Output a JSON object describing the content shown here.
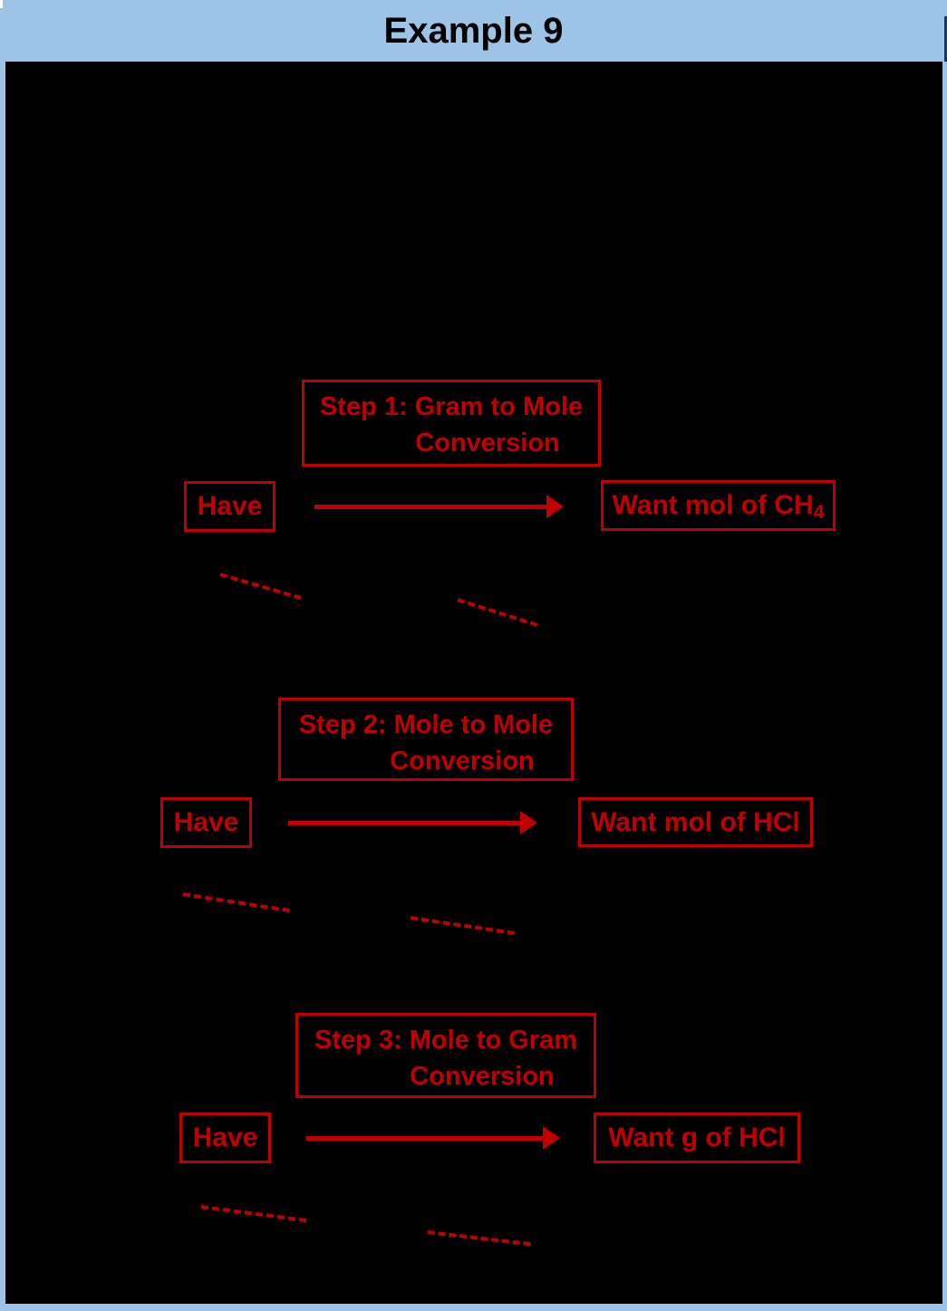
{
  "header": {
    "title": "Example 9"
  },
  "colors": {
    "header_bg": "#9DC3E6",
    "content_bg": "#000000",
    "accent_red": "#C00000",
    "header_text": "#000000"
  },
  "steps": [
    {
      "label_line1": "Step 1: Gram to Mole",
      "label_line2": "Conversion",
      "have_label": "Have",
      "want_text": "Want mol of CH",
      "want_sub": "4"
    },
    {
      "label_line1": "Step 2: Mole to Mole",
      "label_line2": "Conversion",
      "have_label": "Have",
      "want_text": "Want mol of HCl",
      "want_sub": ""
    },
    {
      "label_line1": "Step 3: Mole to Gram",
      "label_line2": "Conversion",
      "have_label": "Have",
      "want_text": "Want g of HCl",
      "want_sub": ""
    }
  ]
}
